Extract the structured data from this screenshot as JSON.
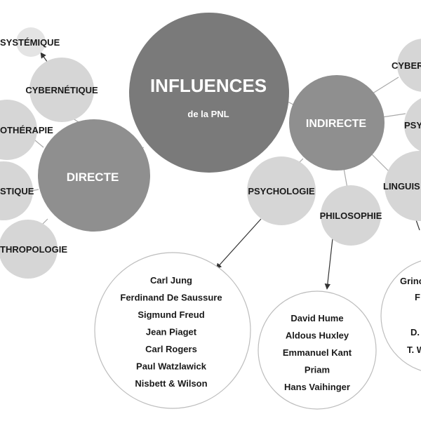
{
  "colors": {
    "main_node": "#7a7a7a",
    "branch_node": "#8f8f8f",
    "leaf_node": "#d6d6d6",
    "people_circle_fill": "#ffffff",
    "people_circle_stroke": "#bdbdbd",
    "connector": "#a9a9a9",
    "arrow": "#333333",
    "text_dark": "#1a1a1a",
    "text_light": "#ffffff"
  },
  "center": {
    "title": "INFLUENCES",
    "subtitle": "de la PNL"
  },
  "directe": {
    "label": "DIRECTE",
    "children": [
      "SYSTÉMIQUE",
      "CYBERNÉTIQUE",
      "OTHÉRAPIE",
      "STIQUE",
      "THROPOLOGIE"
    ]
  },
  "indirecte": {
    "label": "INDIRECTE",
    "children": [
      "CYBER",
      "PSY",
      "LINGUIS",
      "PSYCHOLOGIE",
      "PHILOSOPHIE"
    ]
  },
  "psychologie_people": [
    "Carl Jung",
    "Ferdinand De Saussure",
    "Sigmund Freud",
    "Jean Piaget",
    "Carl Rogers",
    "Paul Watzlawick",
    "Nisbett & Wilson"
  ],
  "philosophie_people": [
    "David Hume",
    "Aldous Huxley",
    "Emmanuel Kant",
    "Priam",
    "Hans Vaihinger"
  ],
  "linguistique_people": [
    "Grinc",
    "F",
    "D.",
    "T. W"
  ]
}
